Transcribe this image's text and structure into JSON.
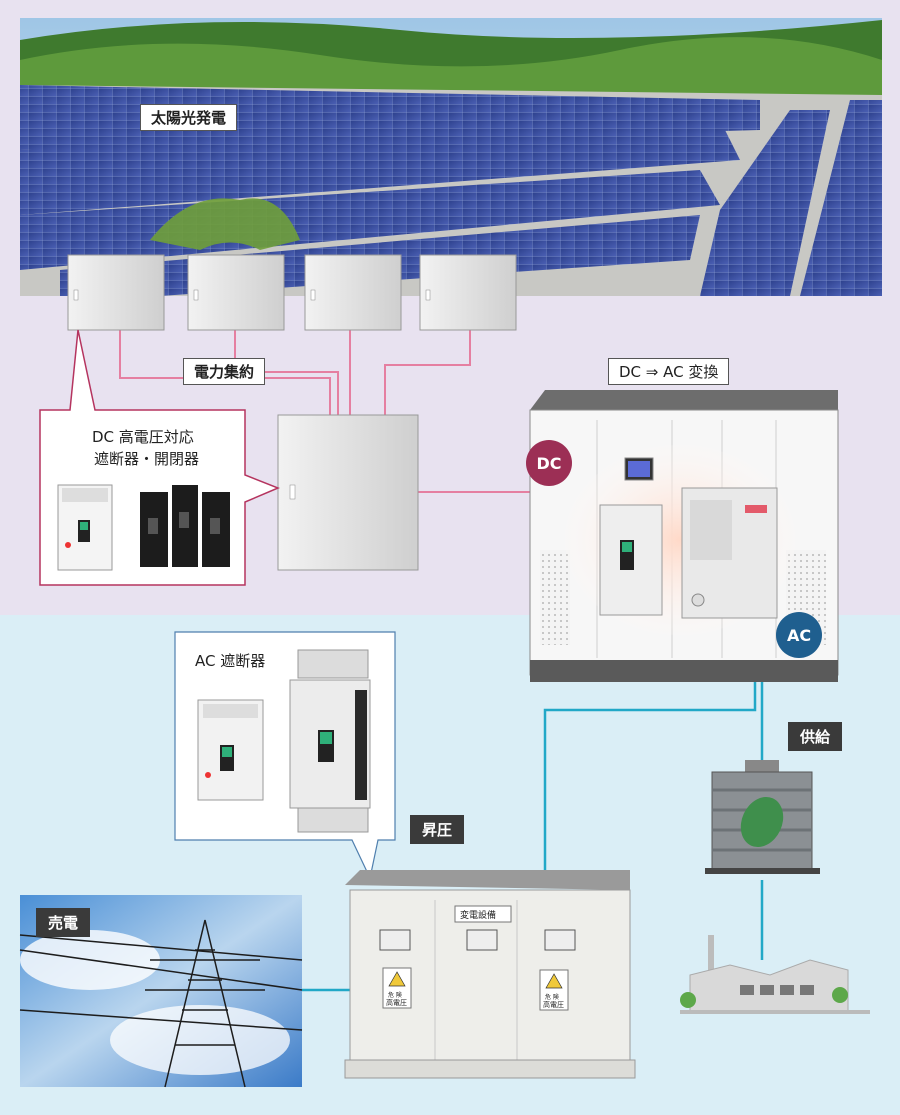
{
  "labels": {
    "solar": "太陽光発電",
    "power_collect": "電力集約",
    "dc_breaker_line1": "DC 高電圧対応",
    "dc_breaker_line2": "遮断器・開閉器",
    "conversion": "DC ⇒ AC 変換",
    "dc_badge": "DC",
    "ac_badge": "AC",
    "ac_breaker": "AC 遮断器",
    "supply": "供給",
    "step_up": "昇圧",
    "sell": "売電",
    "substation_plate": "変電設備",
    "hv_warning_l1": "危 険",
    "hv_warning_l2": "高電圧"
  },
  "colors": {
    "dc_section_bg": "#e8e2f0",
    "ac_section_bg": "#daeef6",
    "pink_line": "#e57fa1",
    "cyan_line": "#21a8c7",
    "dc_circle": "#9c2f55",
    "ac_circle": "#1f5f8f",
    "callout_dc_border": "#b5345f",
    "callout_ac_border": "#4f7fae"
  },
  "icons": {
    "solar_field": "solar-field-photo",
    "combiner_box": "junction-box",
    "inverter": "power-conditioner",
    "transformer": "transformer",
    "factory": "factory",
    "tower": "transmission-tower",
    "cubicle": "substation-cubicle"
  }
}
